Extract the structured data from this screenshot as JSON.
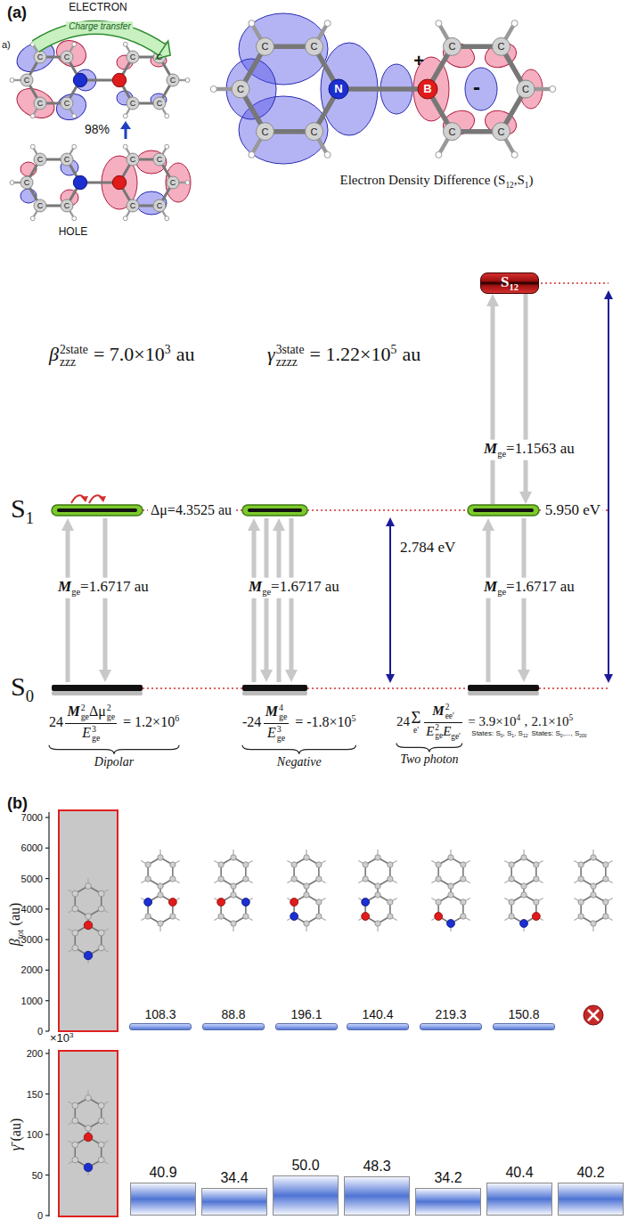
{
  "diagram": {
    "nodes": [
      {
        "text": [
          "S",
          "12"
        ]
      },
      {
        "text": [
          "108.3"
        ]
      },
      {
        "text": [
          "88.8"
        ]
      },
      {
        "text": [
          "196.1"
        ]
      },
      {
        "text": [
          "140.4"
        ]
      },
      {
        "text": [
          "219.3"
        ]
      },
      {
        "text": [
          "150.8"
        ]
      },
      {
        "text": [
          "40.9"
        ]
      },
      {
        "text": [
          "34.4"
        ]
      },
      {
        "text": [
          "50.0"
        ]
      },
      {
        "text": [
          "48.3"
        ]
      },
      {
        "text": [
          "34.2"
        ]
      },
      {
        "text": [
          "40.4"
        ]
      },
      {
        "text": [
          "40.2"
        ]
      }
    ],
    "labels": [
      "(a)",
      "ELECTRON",
      "a)",
      "C",
      "C",
      "C",
      "C",
      "C",
      "C",
      "C",
      "C",
      "C",
      "C",
      "Charge transfer",
      "98%",
      "C",
      "C",
      "C",
      "C",
      "C",
      "C",
      "C",
      "C",
      "C",
      "C",
      "HOLE",
      "C",
      "C",
      "C",
      "C",
      "C",
      "C",
      "C",
      "C",
      "C",
      "C",
      "N",
      "B",
      "+",
      "-",
      "Electron Density Difference (S",
      "12",
      ",S",
      "1",
      ")",
      "β",
      "2state",
      "zzz",
      "= 7.0×10",
      "3",
      "au",
      "γ",
      "3state",
      "zzzz",
      "= 1.22×10",
      "5",
      "au",
      "S",
      "1",
      "Δμ=4.3525 au",
      "5.950 eV",
      "M",
      "ge",
      "=1.6717 au",
      "M",
      "ge",
      "=1.6717 au",
      "M",
      "ge",
      "=1.6717 au",
      "M",
      "ge",
      "=1.1563 au",
      "2.784 eV",
      "S",
      "0",
      "24",
      "M",
      "2",
      "ge",
      "Δμ",
      "2",
      "ge",
      "E",
      "3",
      "ge",
      "= 1.2×10",
      "6",
      "Dipolar",
      "-24",
      "M",
      "4",
      "ge",
      "E",
      "3",
      "ge",
      "= -1.8×10",
      "5",
      "Negative",
      "24",
      "Σ",
      "e'",
      "M",
      "2",
      "ee'",
      "E",
      "2",
      "ge",
      "E",
      "ge'",
      "= 3.9×10",
      "4",
      ",",
      "2.1×10",
      "5",
      "States: S",
      "0",
      ", S",
      "1",
      ", S",
      "12",
      "States: S",
      "0",
      ",..., S",
      "200",
      "Two photon",
      "(b)",
      "7000",
      "6000",
      "5000",
      "4000",
      "3000",
      "2000",
      "1000",
      "0",
      "β",
      "tot",
      "(au)",
      "×10",
      "3",
      "200",
      "150",
      "100",
      "50",
      "0",
      "γ̄",
      "(au)"
    ]
  }
}
